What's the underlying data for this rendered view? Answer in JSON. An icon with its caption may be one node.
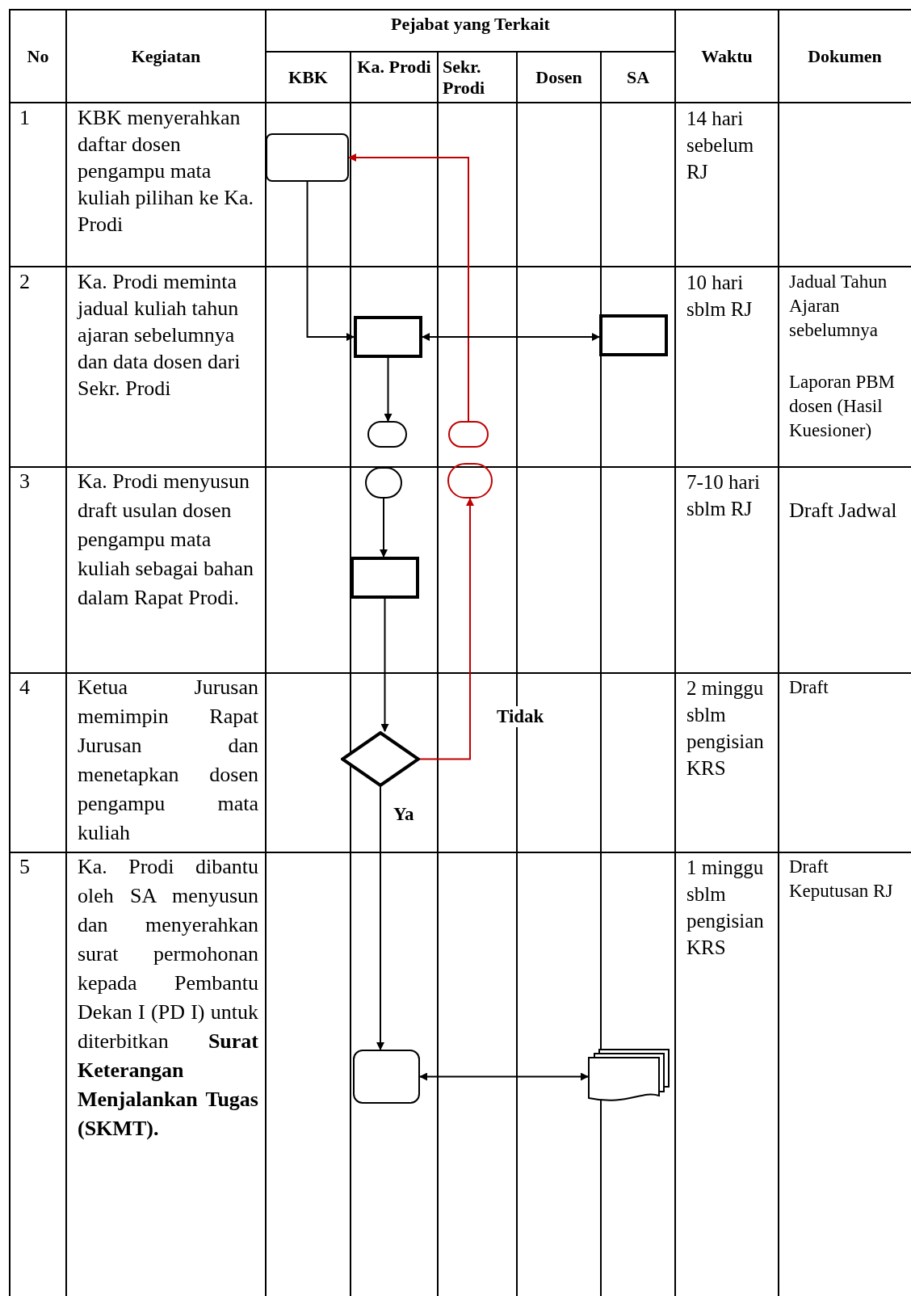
{
  "diagram": {
    "nodes": [
      {
        "text": [],
        "shape": "box"
      },
      {
        "text": [],
        "shape": "box"
      },
      {
        "text": [],
        "shape": "box"
      },
      {
        "text": [],
        "shape": "circle"
      },
      {
        "text": [],
        "shape": "circle"
      },
      {
        "text": [],
        "shape": "circle"
      },
      {
        "text": [],
        "shape": "circle"
      },
      {
        "text": [],
        "shape": "box"
      },
      {
        "text": [],
        "shape": "diamond"
      },
      {
        "text": [],
        "shape": "box"
      },
      {
        "text": [],
        "shape": "document"
      }
    ],
    "edges": [
      {
        "from": 4,
        "to": 0,
        "arrow": "to",
        "color": "#c00000"
      },
      {
        "from": 0,
        "to": 1,
        "arrow": "to"
      },
      {
        "from": 1,
        "to": 2,
        "arrow": "both"
      },
      {
        "from": 1,
        "to": 3,
        "arrow": "to"
      },
      {
        "from": 5,
        "to": 7,
        "arrow": "to"
      },
      {
        "from": 7,
        "to": 8,
        "arrow": "to"
      },
      {
        "from": 8,
        "to": 6,
        "arrow": "to",
        "label": "Tidak",
        "color": "#c00000"
      },
      {
        "from": 8,
        "to": 9,
        "arrow": "to",
        "label": "Ya"
      },
      {
        "from": 9,
        "to": 10,
        "arrow": "both"
      }
    ],
    "labels": [
      "No",
      "Kegiatan",
      "Pejabat yang Terkait",
      "Waktu",
      "Dokumen",
      "KBK",
      "Ka. Prodi",
      "Sekr. Prodi",
      "Dosen",
      "SA",
      "1",
      "KBK menyerahkan daftar dosen pengampu mata kuliah pilihan ke Ka. Prodi",
      "14 hari sebelum RJ",
      "2",
      "Ka. Prodi meminta jadual kuliah tahun ajaran sebelumnya dan data dosen dari Sekr. Prodi",
      "10 hari sblm RJ",
      "Jadual Tahun Ajaran sebelumnya",
      "Laporan PBM dosen (Hasil Kuesioner)",
      "3",
      "Ka. Prodi menyusun draft usulan dosen pengampu mata kuliah sebagai bahan dalam Rapat Prodi.",
      "7-10 hari sblm RJ",
      "Draft Jadwal",
      "4",
      "Ketua Jurusan memimpin Rapat Jurusan dan menetapkan dosen pengampu mata kuliah",
      "2 minggu sblm pengisian KRS",
      "Draft",
      "5",
      "Ka. Prodi dibantu oleh SA menyusun dan menyerahkan surat permohonan kepada Pembantu Dekan I (PD I) untuk diterbitkan **Surat Keterangan Menjalankan Tugas (SKMT).**",
      "1 minggu sblm pengisian KRS",
      "Draft Keputusan RJ"
    ]
  }
}
